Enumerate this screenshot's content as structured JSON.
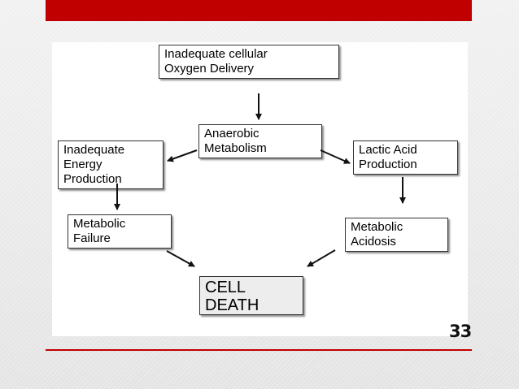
{
  "slide": {
    "page_number": "33",
    "accent_color": "#c00000"
  },
  "diagram": {
    "nodes": {
      "oxygen": "Inadequate cellular\nOxygen Delivery",
      "anaerobic": "Anaerobic\nMetabolism",
      "energy": "Inadequate\nEnergy\nProduction",
      "lactic": "Lactic Acid\nProduction",
      "failure": "Metabolic\nFailure",
      "acidosis": "Metabolic\nAcidosis",
      "death": "CELL\nDEATH"
    },
    "edges": [
      {
        "from": "Inadequate cellular Oxygen Delivery",
        "to": "Anaerobic Metabolism"
      },
      {
        "from": "Anaerobic Metabolism",
        "to": "Inadequate Energy Production"
      },
      {
        "from": "Anaerobic Metabolism",
        "to": "Lactic Acid Production"
      },
      {
        "from": "Inadequate Energy Production",
        "to": "Metabolic Failure"
      },
      {
        "from": "Lactic Acid Production",
        "to": "Metabolic Acidosis"
      },
      {
        "from": "Metabolic Failure",
        "to": "CELL DEATH"
      },
      {
        "from": "Metabolic Acidosis",
        "to": "CELL DEATH"
      }
    ]
  }
}
